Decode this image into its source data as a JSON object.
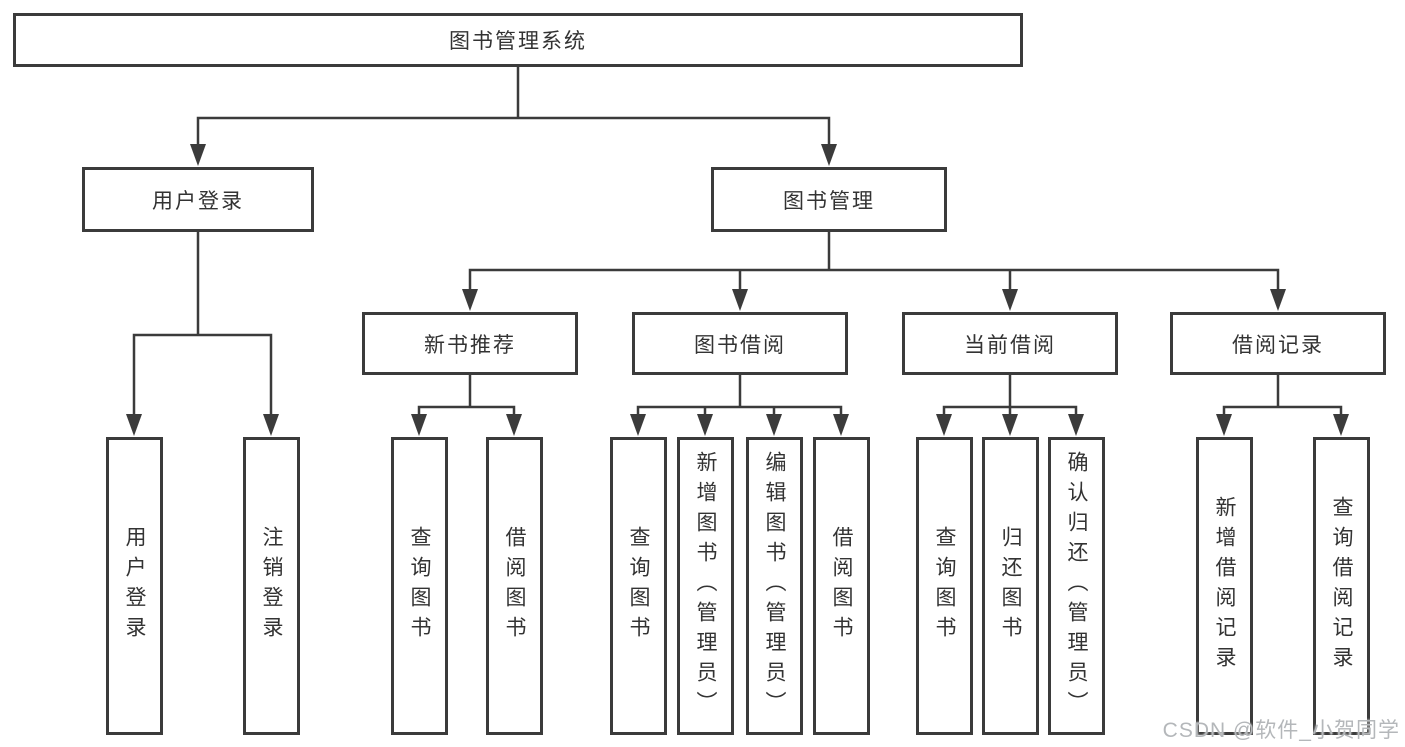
{
  "diagram_type": "tree",
  "colors": {
    "line": "#3b3b3b",
    "box_border": "#3b3b3b",
    "box_fill": "#ffffff",
    "text": "#333333",
    "watermark": "#b4b7ba",
    "background": "#ffffff"
  },
  "root": {
    "label": "图书管理系统"
  },
  "branches": {
    "user_login": {
      "label": "用户登录",
      "children": [
        "用户登录",
        "注销登录"
      ]
    },
    "book_management": {
      "label": "图书管理"
    }
  },
  "sections": {
    "new_book": {
      "label": "新书推荐",
      "children": [
        "查询图书",
        "借阅图书"
      ]
    },
    "borrow": {
      "label": "图书借阅",
      "children": [
        "查询图书",
        "新增图书（管理员）",
        "编辑图书（管理员）",
        "借阅图书"
      ]
    },
    "current": {
      "label": "当前借阅",
      "children": [
        "查询图书",
        "归还图书",
        "确认归还（管理员）"
      ]
    },
    "records": {
      "label": "借阅记录",
      "children": [
        "新增借阅记录",
        "查询借阅记录"
      ]
    }
  },
  "watermark": "CSDN @软件_小贺同学"
}
